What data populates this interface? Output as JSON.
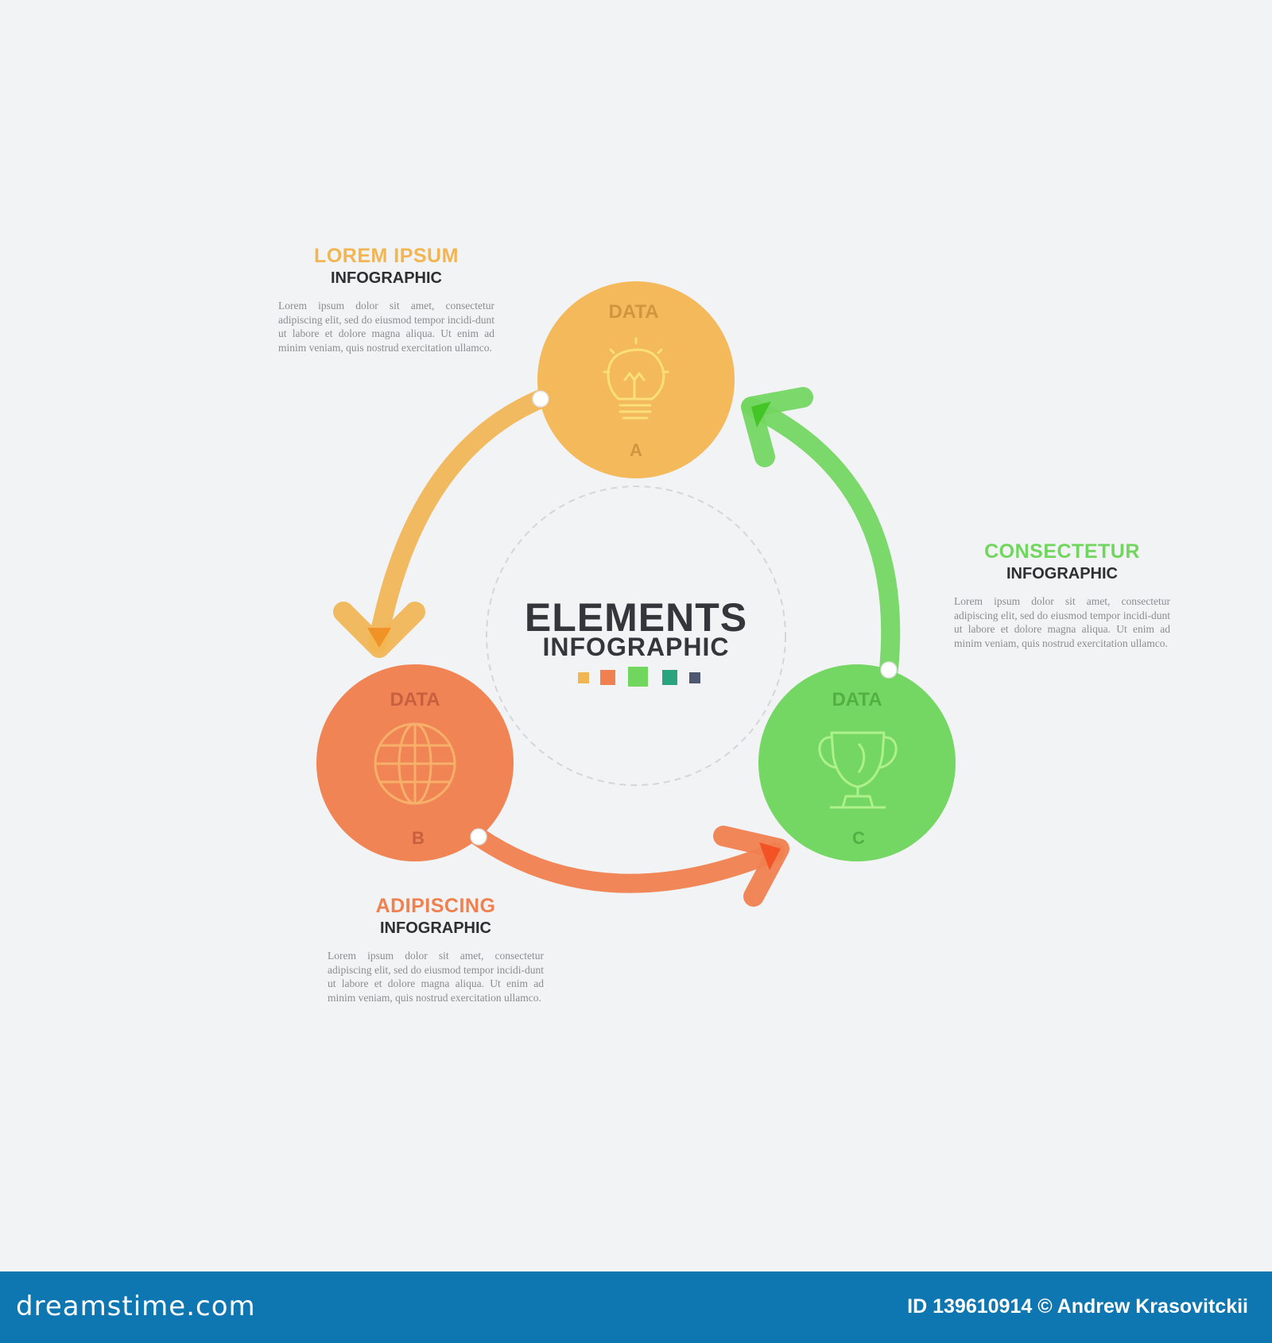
{
  "colors": {
    "background": "#f2f3f4",
    "orange": "#f2b552",
    "red": "#f08050",
    "green": "#71d65e",
    "footer": "#0e76b0",
    "legend": [
      "#f2b552",
      "#f08050",
      "#71d65e",
      "#2aa37f",
      "#4e5873"
    ]
  },
  "center": {
    "title": "ELEMENTS",
    "subtitle": "INFOGRAPHIC"
  },
  "nodes": [
    {
      "id": "A",
      "top_label": "DATA",
      "letter": "A",
      "icon": "lightbulb-icon",
      "color": "#f2b552"
    },
    {
      "id": "B",
      "top_label": "DATA",
      "letter": "B",
      "icon": "globe-icon",
      "color": "#f08050"
    },
    {
      "id": "C",
      "top_label": "DATA",
      "letter": "C",
      "icon": "trophy-icon",
      "color": "#71d65e"
    }
  ],
  "blocks": [
    {
      "title": "LOREM IPSUM",
      "subtitle": "INFOGRAPHIC",
      "body": "Lorem ipsum dolor sit amet, consectetur adipiscing elit, sed do eiusmod tempor incidi-dunt ut labore et dolore magna aliqua. Ut enim ad minim veniam, quis nostrud exercitation ullamco.",
      "color": "#f2b552"
    },
    {
      "title": "CONSECTETUR",
      "subtitle": "INFOGRAPHIC",
      "body": "Lorem ipsum dolor sit amet, consectetur adipiscing elit, sed do eiusmod tempor incidi-dunt ut labore et dolore magna aliqua. Ut enim ad minim veniam, quis nostrud exercitation ullamco.",
      "color": "#71d65e"
    },
    {
      "title": "ADIPISCING",
      "subtitle": "INFOGRAPHIC",
      "body": "Lorem ipsum dolor sit amet, consectetur adipiscing elit, sed do eiusmod tempor incidi-dunt ut labore et dolore magna aliqua. Ut enim ad minim veniam, quis nostrud exercitation ullamco.",
      "color": "#f08050"
    }
  ],
  "footer": {
    "logo": "dreamstime.com",
    "credit": "ID 139610914 © Andrew Krasovitckii"
  }
}
